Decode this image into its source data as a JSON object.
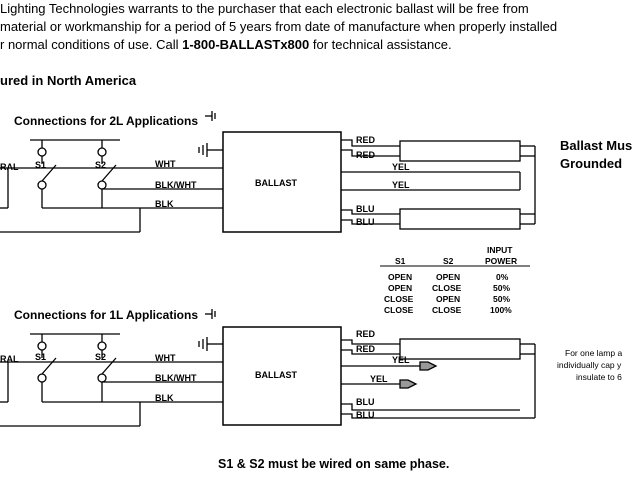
{
  "header": {
    "line1": "Lighting Technologies warrants to the purchaser that each electronic ballast will be free from",
    "line2": "material or workmanship for a period of 5 years from date of manufacture when properly installed",
    "line3_pre": "r normal conditions of use.  Call ",
    "line3_phone": "1-800-BALLASTx800",
    "line3_post": " for technical assistance.",
    "made_in": "ured in North America"
  },
  "diagram_2l": {
    "title": "Connections for 2L Applications",
    "left_label": "RAL",
    "s1": "S1",
    "s2": "S2",
    "ballast": "BALLAST",
    "wires_left": [
      "WHT",
      "BLK/WHT",
      "BLK"
    ],
    "wires_right": {
      "red1": "RED",
      "red2": "RED",
      "yel1": "YEL",
      "yel2": "YEL",
      "blu1": "BLU",
      "blu2": "BLU"
    },
    "note_line1": "Ballast Mus",
    "note_line2": "Grounded"
  },
  "diagram_1l": {
    "title": "Connections for 1L Applications",
    "left_label": "RAL",
    "s1": "S1",
    "s2": "S2",
    "ballast": "BALLAST",
    "wires_left": [
      "WHT",
      "BLK/WHT",
      "BLK"
    ],
    "wires_right": {
      "red1": "RED",
      "red2": "RED",
      "yel1": "YEL",
      "yel2": "YEL",
      "blu1": "BLU",
      "blu2": "BLU"
    },
    "note_line1": "For one lamp a",
    "note_line2": "individually cap y",
    "note_line3": "insulate to 6"
  },
  "power_table": {
    "headers": [
      "S1",
      "S2",
      "INPUT",
      "POWER"
    ],
    "rows": [
      [
        "OPEN",
        "OPEN",
        "0%"
      ],
      [
        "OPEN",
        "CLOSE",
        "50%"
      ],
      [
        "CLOSE",
        "OPEN",
        "50%"
      ],
      [
        "CLOSE",
        "CLOSE",
        "100%"
      ]
    ]
  },
  "footer": "S1 & S2 must be wired on same phase."
}
